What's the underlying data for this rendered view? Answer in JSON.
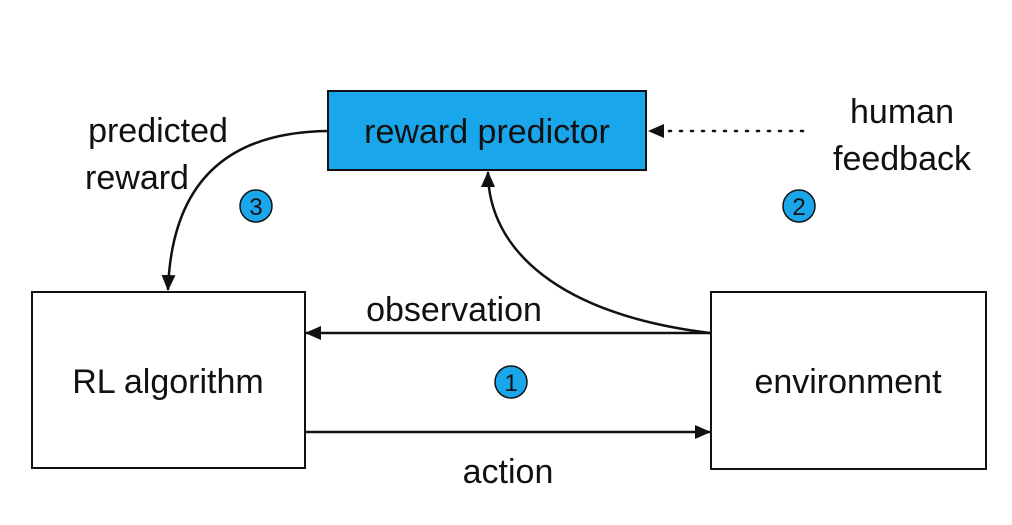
{
  "nodes": {
    "reward_predictor": "reward predictor",
    "rl_algorithm": "RL algorithm",
    "environment": "environment"
  },
  "edge_labels": {
    "predicted_reward": [
      "predicted",
      "reward"
    ],
    "human_feedback": [
      "human",
      "feedback"
    ],
    "observation": "observation",
    "action": "action"
  },
  "steps": {
    "one": "1",
    "two": "2",
    "three": "3"
  },
  "colors": {
    "predictor_fill": "#1aa6ea",
    "step_fill": "#1aa6ea",
    "stroke": "#111111"
  }
}
